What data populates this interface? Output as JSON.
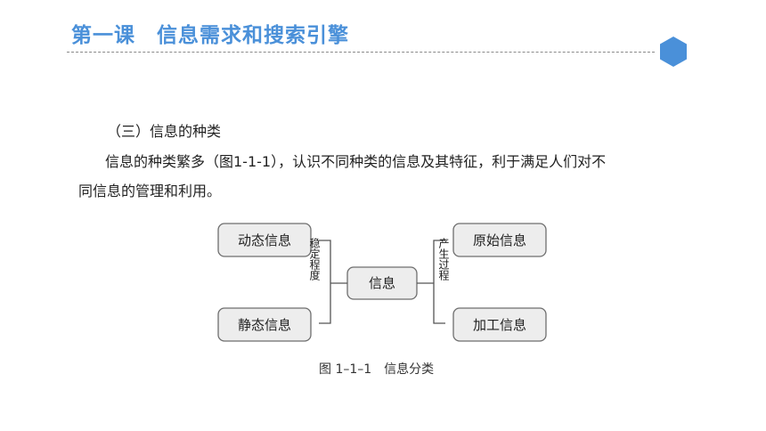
{
  "header": {
    "title": "第一课　信息需求和搜索引擎",
    "accent_color": "#4a90d9",
    "badge_icon": "hexagon-icon"
  },
  "content": {
    "section_heading": "（三）信息的种类",
    "paragraph_line1": "信息的种类繁多（图1-1-1），认识不同种类的信息及其特征，利于满足人们对不",
    "paragraph_line2": "同信息的管理和利用。"
  },
  "diagram": {
    "center": "信息",
    "left_label": "稳定程度",
    "right_label": "产生过程",
    "left_top": "动态信息",
    "left_bottom": "静态信息",
    "right_top": "原始信息",
    "right_bottom": "加工信息",
    "caption": "图 1–1–1　信息分类",
    "node_fill": "#ededed",
    "node_stroke": "#6e6e6e"
  }
}
